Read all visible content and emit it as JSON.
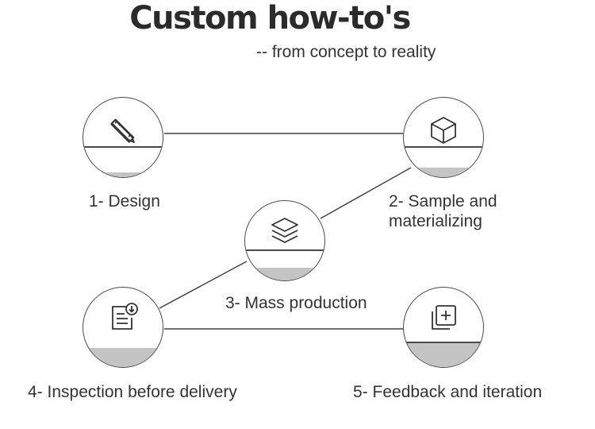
{
  "header": {
    "title": "Custom how-to's",
    "subtitle": "-- from concept to reality"
  },
  "steps": [
    {
      "label": "1- Design",
      "icon": "ruler-pencil-icon"
    },
    {
      "label_line1": "2- Sample and",
      "label_line2": "materializing",
      "icon": "cube-icon"
    },
    {
      "label": "3- Mass production",
      "icon": "layers-icon"
    },
    {
      "label": "4- Inspection before delivery",
      "icon": "document-download-icon"
    },
    {
      "label": "5- Feedback and iteration",
      "icon": "plus-square-icon"
    }
  ]
}
